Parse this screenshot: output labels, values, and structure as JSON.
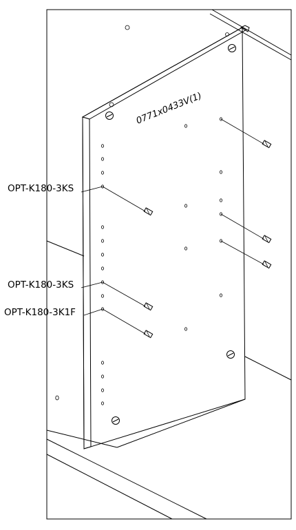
{
  "diagram": {
    "panel_code": "0771x0433V(1)",
    "callouts": [
      {
        "id": "callout-1",
        "label": "OPT-K180-3KS"
      },
      {
        "id": "callout-2",
        "label": "OPT-K180-3KS"
      },
      {
        "id": "callout-3",
        "label": "OPT-K180-3K1F"
      }
    ]
  }
}
